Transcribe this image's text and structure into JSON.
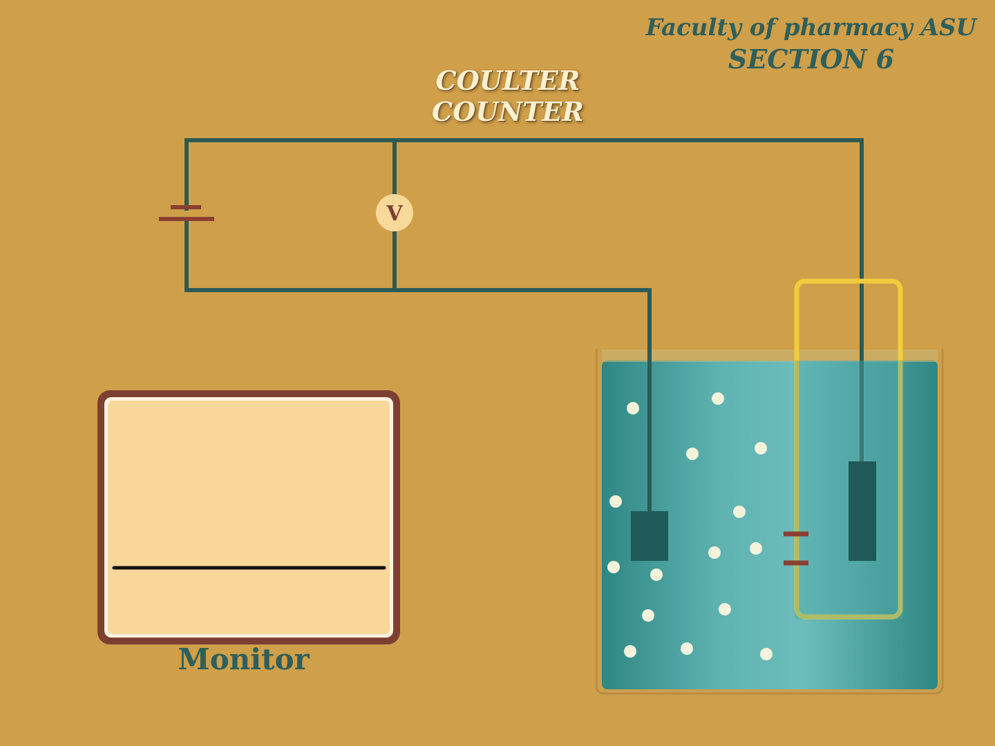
{
  "credit": {
    "line1": "Faculty of pharmacy ASU",
    "line2": "SECTION 6"
  },
  "title": "COULTER COUNTER",
  "voltmeter_label": "V",
  "monitor": {
    "label": "Monitor"
  },
  "colors": {
    "background": "#d09f4a",
    "wire": "#2c5a54",
    "battery": "#8a3f32",
    "voltmeter_face": "#f8d99a",
    "monitor_frame": "#7e3f33",
    "monitor_screen": "#f9d79a",
    "electrolyte": "#4fa8a6",
    "aperture_tube": "#f3cc3c",
    "electrode": "#1f5a58",
    "particle": "#f4f3dc"
  }
}
